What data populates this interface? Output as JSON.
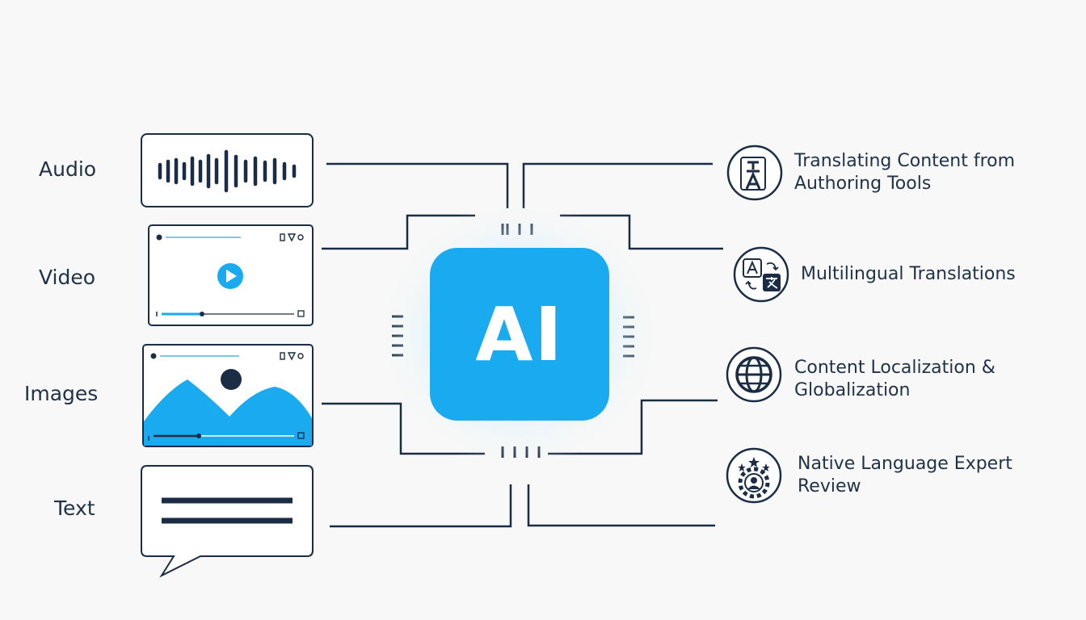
{
  "inputs": {
    "audio": "Audio",
    "video": "Video",
    "images": "Images",
    "text": "Text"
  },
  "core": {
    "label": "AI",
    "accent_color": "#1aaaf0"
  },
  "outputs": {
    "translating": "Translating Content from\nAuthoring Tools",
    "multilingual": "Multilingual Translations",
    "localization": "Content Localization &\nGlobalization",
    "review": "Native Language Expert\nReview"
  },
  "icons": {
    "audio": "waveform-icon",
    "video": "video-player-icon",
    "images": "image-icon",
    "text": "speech-bubble-icon",
    "translating": "authoring-tool-icon",
    "multilingual": "translate-icon",
    "localization": "globe-icon",
    "review": "expert-review-icon"
  },
  "colors": {
    "line": "#1a2d45",
    "accent": "#1aaaf0",
    "background": "#f7f8f7"
  }
}
